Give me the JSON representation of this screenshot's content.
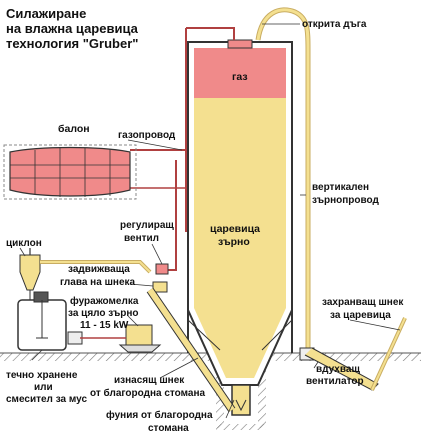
{
  "title": {
    "line1": "Силажиране",
    "line2": "на влажна царевица",
    "line3": "технология \"Gruber\""
  },
  "labels": {
    "gas": "газ",
    "open_arc": "открита дъга",
    "balloon": "балон",
    "gas_pipe": "газопровод",
    "vertical_pipe_1": "вертикален",
    "vertical_pipe_2": "зърнопровод",
    "valve_1": "регулиращ",
    "valve_2": "вентил",
    "corn_1": "царевица",
    "corn_2": "зърно",
    "cyclone": "циклон",
    "screw_head_1": "задвижваща",
    "screw_head_2": "глава на шнека",
    "mill_1": "фуражомелка",
    "mill_2": "за цяло зърно",
    "mill_3": "11 - 15 kW",
    "feed_screw_1": "захранващ шнек",
    "feed_screw_2": "за царевица",
    "fan_1": "вдухващ",
    "fan_2": "вентилатор",
    "liquid_1": "течно хранене",
    "liquid_2": "или",
    "liquid_3": "смесител за мус",
    "outlet_screw_1": "изнасящ шнек",
    "outlet_screw_2": "от благородна стомана",
    "funnel_1": "фуния от благородна",
    "funnel_2": "стомана"
  },
  "colors": {
    "gas": "#f08a8a",
    "corn": "#f4e090",
    "pipe": "#b04040",
    "outline": "#333333",
    "ground": "#bbbbbb"
  }
}
